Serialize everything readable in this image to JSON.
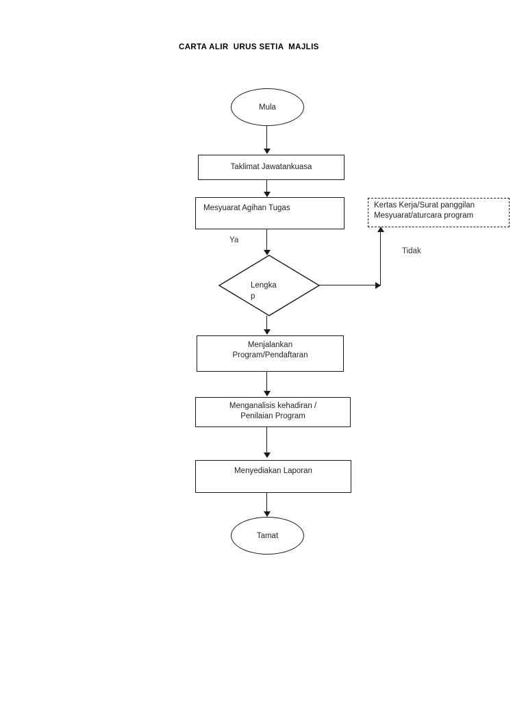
{
  "document": {
    "title": "CARTA ALIR  URUS SETIA  MAJLIS"
  },
  "flowchart": {
    "type": "flowchart",
    "nodes": {
      "start": {
        "shape": "ellipse",
        "label": "Mula"
      },
      "step1": {
        "shape": "process",
        "label": "Taklimat Jawatankuasa"
      },
      "step2": {
        "shape": "process",
        "label": "Mesyuarat Agihan Tugas"
      },
      "document_note": {
        "shape": "dashed-box",
        "label": "Kertas Kerja/Surat panggilan\nMesyuarat/aturcara program"
      },
      "decision": {
        "shape": "diamond",
        "label": "Lengka\np"
      },
      "step3": {
        "shape": "process",
        "label": "Menjalankan\nProgram/Pendaftaran"
      },
      "step4": {
        "shape": "process",
        "label": "Menganalisis kehadiran  /\nPenilaian Program"
      },
      "step5": {
        "shape": "process",
        "label": "Menyediakan  Laporan"
      },
      "end": {
        "shape": "ellipse",
        "label": "Tamat"
      }
    },
    "edge_labels": {
      "yes": "Ya",
      "no": "Tidak"
    },
    "colors": {
      "stroke": "#1a1a1a",
      "text": "#222222",
      "background": "#ffffff"
    }
  }
}
